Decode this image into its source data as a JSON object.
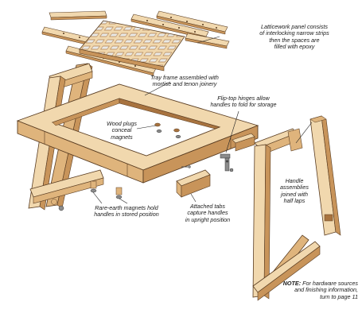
{
  "callouts": {
    "latticework": "Latticework panel consists\nof interlocking narrow strips\nthen the spaces are\nfilled with epoxy",
    "tray_frame": "Tray frame assembled with\nmortise and tenon joinery",
    "hinges": "Flip-top hinges allow\nhandles to fold for storage",
    "wood_plugs": "Wood plugs\nconceal\nmagnets",
    "handle_assemblies": "Handle\nassemblies\njoined with\nhalf laps",
    "magnets": "Rare-earth magnets hold\nhandles in stored position",
    "tabs": "Attached tabs\ncapture handles\nin upright position",
    "note_label": "NOTE:",
    "note_text": " For hardware sources\nand finishing information,\nturn to page 11"
  },
  "colors": {
    "wood_top": "#f1d8ae",
    "wood_front": "#dfb47c",
    "wood_side": "#c8945a",
    "wood_dark": "#a8733f",
    "epoxy": "#e9e9e6",
    "outline": "#5a3d22",
    "leader": "#222222",
    "hardware": "#8c8c8c"
  }
}
